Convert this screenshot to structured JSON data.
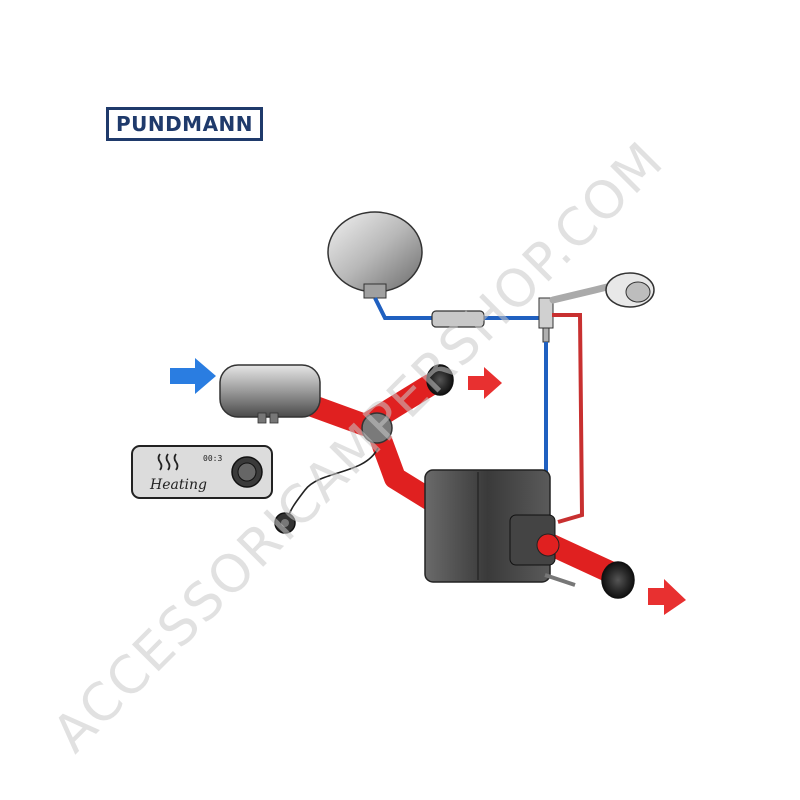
{
  "brand": {
    "name": "PUNDMANN",
    "color": "#1f3a6b"
  },
  "control_panel": {
    "label": "Heating",
    "time": "00:3",
    "icon": "heat-waves-icon"
  },
  "watermark": {
    "text": "ACCESSORICAMPERSHOP.COM"
  },
  "colors": {
    "hot_line": "#e02020",
    "cold_line": "#2060c0",
    "air_in_arrow": "#2a7de1",
    "air_out_arrow": "#e83030"
  }
}
